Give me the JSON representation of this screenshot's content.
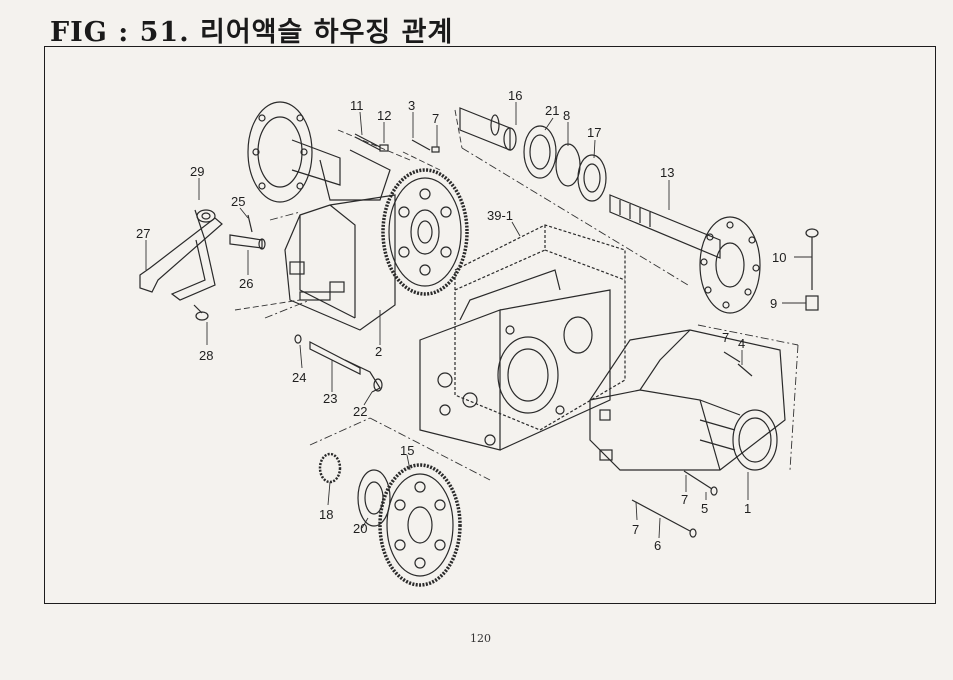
{
  "page": {
    "title": "FIG : 51. 리어액슬 하우징 관계",
    "page_number": "120"
  },
  "parts": [
    {
      "label": "11"
    },
    {
      "label": "12"
    },
    {
      "label": "3"
    },
    {
      "label": "7"
    },
    {
      "label": "16"
    },
    {
      "label": "21"
    },
    {
      "label": "8"
    },
    {
      "label": "17"
    },
    {
      "label": "13"
    },
    {
      "label": "29"
    },
    {
      "label": "25"
    },
    {
      "label": "27"
    },
    {
      "label": "26"
    },
    {
      "label": "39-1"
    },
    {
      "label": "10"
    },
    {
      "label": "9"
    },
    {
      "label": "28"
    },
    {
      "label": "2"
    },
    {
      "label": "7"
    },
    {
      "label": "4"
    },
    {
      "label": "24"
    },
    {
      "label": "23"
    },
    {
      "label": "22"
    },
    {
      "label": "15"
    },
    {
      "label": "18"
    },
    {
      "label": "20"
    },
    {
      "label": "7"
    },
    {
      "label": "5"
    },
    {
      "label": "1"
    },
    {
      "label": "7"
    },
    {
      "label": "6"
    }
  ]
}
